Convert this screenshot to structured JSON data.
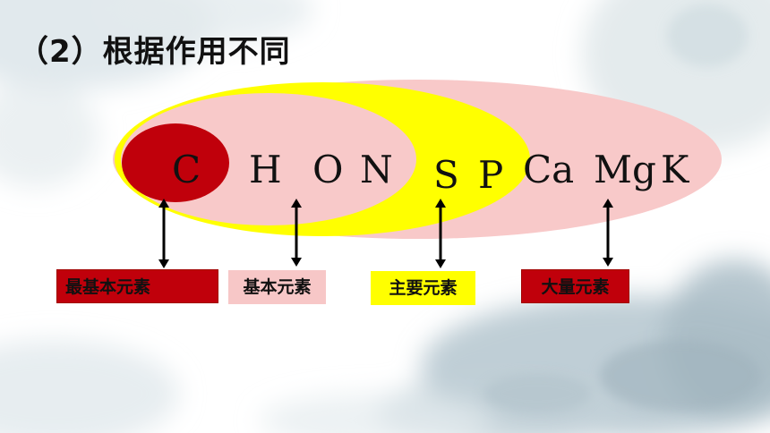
{
  "title": "（2）根据作用不同",
  "elements": [
    "C",
    "H",
    "O",
    "N",
    "S",
    "P",
    "Ca",
    "Mg",
    "K"
  ],
  "labels": {
    "most_basic": "最基本元素",
    "basic": "基本元素",
    "main": "主要元素",
    "macro": "大量元素"
  },
  "colors": {
    "outer_ellipse": "#f8c9c9",
    "yellow_crescent": "#ffff00",
    "red_circle": "#c0000b",
    "label_red": "#c0000b",
    "label_pink": "#f7c7c7",
    "label_yellow": "#ffff00",
    "arrow": "#000000",
    "text": "#111111"
  }
}
